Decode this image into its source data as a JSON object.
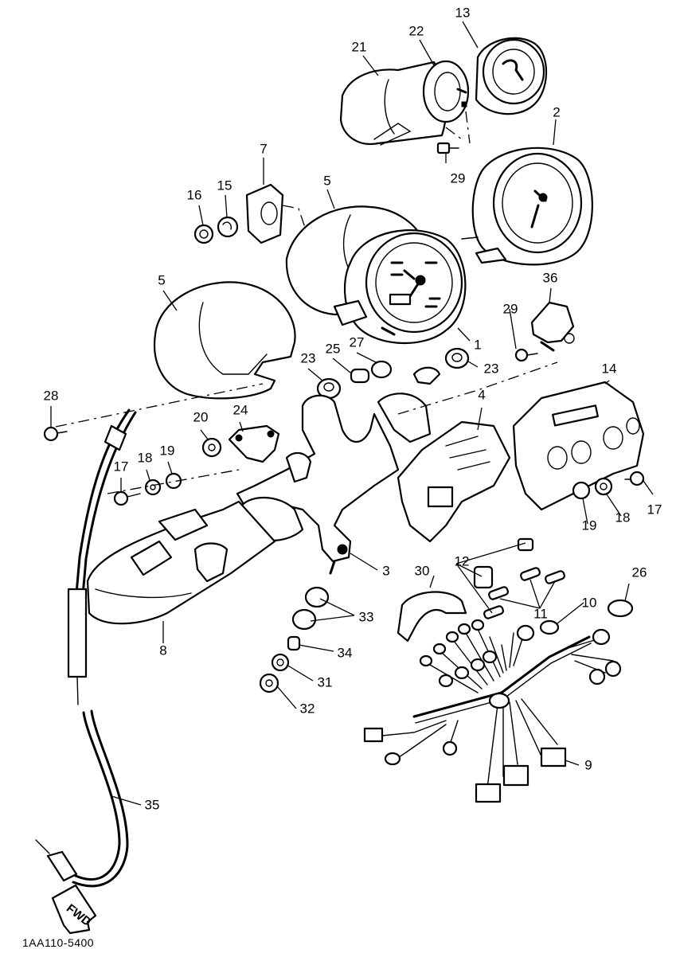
{
  "diagram": {
    "figure_code": "1AA110-5400",
    "direction_arrow_label": "FWD",
    "callouts": {
      "c13": "13",
      "c22": "22",
      "c21": "21",
      "c2": "2",
      "c29a": "29",
      "c7": "7",
      "c16": "16",
      "c15": "15",
      "c5a": "5",
      "c5b": "5",
      "c36": "36",
      "c1": "1",
      "c29b": "29",
      "c23a": "23",
      "c25": "25",
      "c27": "27",
      "c23b": "23",
      "c14": "14",
      "c28": "28",
      "c4": "4",
      "c20": "20",
      "c24": "24",
      "c19a": "19",
      "c18a": "18",
      "c17a": "17",
      "c17b": "17",
      "c19b": "19",
      "c18b": "18",
      "c3": "3",
      "c30": "30",
      "c12": "12",
      "c26": "26",
      "c10": "10",
      "c11": "11",
      "c33": "33",
      "c34": "34",
      "c8": "8",
      "c31": "31",
      "c32": "32",
      "c9": "9",
      "c35": "35"
    }
  }
}
